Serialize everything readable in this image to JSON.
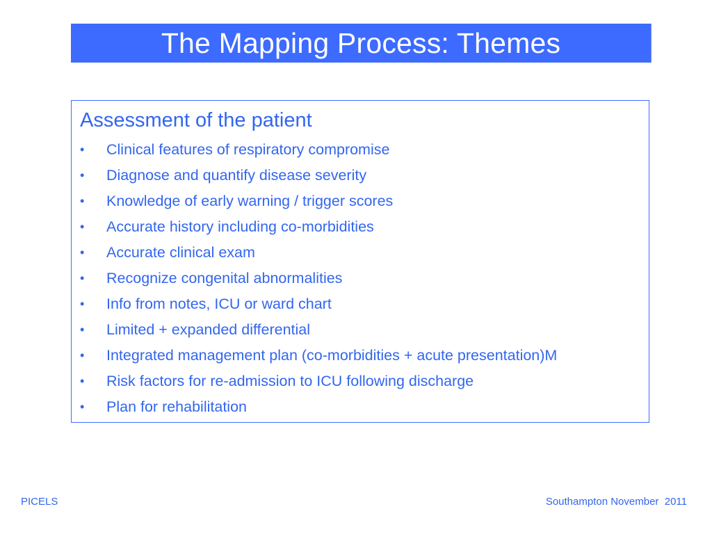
{
  "slide": {
    "title": "The Mapping Process: Themes",
    "heading": "Assessment of the patient",
    "bullet_symbol": "•",
    "bullets": [
      "Clinical features of respiratory compromise",
      "Diagnose and quantify disease severity",
      "Knowledge of early warning / trigger scores",
      "Accurate history including co-morbidities",
      "Accurate clinical exam",
      "Recognize congenital abnormalities",
      "Info from notes, ICU or ward chart",
      "Limited + expanded differential",
      "Integrated management plan (co-morbidities + acute presentation)M",
      "Risk factors for re-admission to ICU following discharge",
      "Plan for rehabilitation"
    ]
  },
  "footer": {
    "left": "PICELS",
    "right": "Southampton November  2011"
  },
  "colors": {
    "title_background": "#3d6bff",
    "text": "#3366ee",
    "border": "#3d6bff"
  }
}
